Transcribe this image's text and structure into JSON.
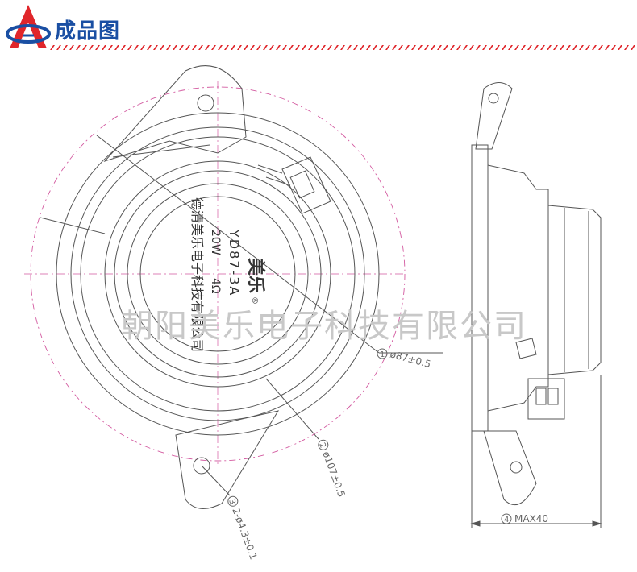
{
  "header": {
    "title": "成品图",
    "logo_icon": "company-logo-icon"
  },
  "watermark": "朝阳美乐电子科技有限公司",
  "speaker_label": {
    "brand": "美乐",
    "model": "YD87-3A",
    "power": "20W",
    "impedance": "4Ω",
    "registered": "®",
    "company": "德清美乐电子科技有限公司"
  },
  "dimensions": [
    {
      "num": "1",
      "text": "ø87±0.5"
    },
    {
      "num": "2",
      "text": "ø107±0.5"
    },
    {
      "num": "3",
      "text": "2-ø4.3±0.1"
    },
    {
      "num": "4",
      "text": "MAX40"
    }
  ],
  "colors": {
    "brand_blue": "#1a4fa3",
    "logo_red": "#e0262b",
    "divider_red": "#e0262b",
    "line": "#555555",
    "center_line": "#d35aa0"
  }
}
